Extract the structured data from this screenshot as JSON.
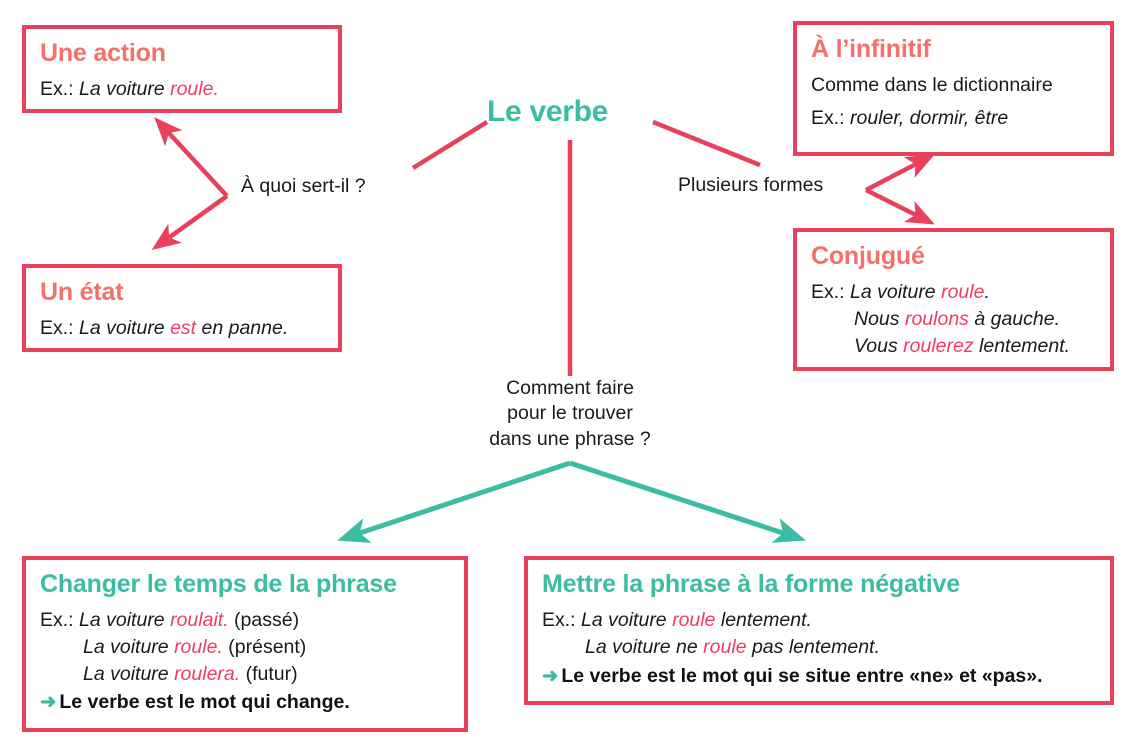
{
  "colors": {
    "border_pink": "#e8415d",
    "title_pink": "#f4706c",
    "teal": "#3bbda3",
    "highlight_pink": "#ee3e63",
    "text_black": "#1a1a1a",
    "background": "#ffffff"
  },
  "center": {
    "title": "Le verbe"
  },
  "connectors": {
    "left_label": "À quoi sert-il ?",
    "right_label": "Plusieurs formes",
    "bottom_label_line1": "Comment faire",
    "bottom_label_line2": "pour le trouver",
    "bottom_label_line3": "dans une phrase ?"
  },
  "boxes": {
    "une_action": {
      "title": "Une action",
      "lines": [
        {
          "label": "Ex.: ",
          "parts": [
            {
              "text": "La voiture ",
              "style": "italic"
            },
            {
              "text": "roule",
              "style": "highlight"
            },
            {
              "text": ".",
              "style": "highlight"
            }
          ]
        }
      ]
    },
    "un_etat": {
      "title": "Un état",
      "lines": [
        {
          "label": "Ex.: ",
          "parts": [
            {
              "text": "La voiture ",
              "style": "italic"
            },
            {
              "text": "est",
              "style": "highlight"
            },
            {
              "text": " en panne.",
              "style": "italic"
            }
          ]
        }
      ]
    },
    "a_l_infinitif": {
      "title": "À l’infinitif",
      "subtitle": "Comme dans le dictionnaire",
      "lines": [
        {
          "label": "Ex.: ",
          "parts": [
            {
              "text": "rouler, dormir, être",
              "style": "italic"
            }
          ]
        }
      ]
    },
    "conjugue": {
      "title": "Conjugué",
      "lines": [
        {
          "label": "Ex.: ",
          "parts": [
            {
              "text": "La voiture ",
              "style": "italic"
            },
            {
              "text": "roule",
              "style": "highlight"
            },
            {
              "text": ".",
              "style": "italic"
            }
          ]
        },
        {
          "label": "",
          "indent": true,
          "parts": [
            {
              "text": "Nous ",
              "style": "italic"
            },
            {
              "text": "roulons",
              "style": "highlight"
            },
            {
              "text": " à gauche.",
              "style": "italic"
            }
          ]
        },
        {
          "label": "",
          "indent": true,
          "parts": [
            {
              "text": "Vous ",
              "style": "italic"
            },
            {
              "text": "roulerez",
              "style": "highlight"
            },
            {
              "text": " lentement.",
              "style": "italic"
            }
          ]
        }
      ]
    },
    "changer_le_temps": {
      "title": "Changer le temps de la phrase",
      "lines": [
        {
          "label": "Ex.: ",
          "parts": [
            {
              "text": "La voiture ",
              "style": "italic"
            },
            {
              "text": "roulait",
              "style": "highlight"
            },
            {
              "text": ".",
              "style": "highlight"
            },
            {
              "text": " (passé)",
              "style": "plain"
            }
          ]
        },
        {
          "label": "",
          "indent": true,
          "parts": [
            {
              "text": "La voiture ",
              "style": "italic"
            },
            {
              "text": "roule",
              "style": "highlight"
            },
            {
              "text": ".",
              "style": "highlight"
            },
            {
              "text": " (présent)",
              "style": "plain"
            }
          ]
        },
        {
          "label": "",
          "indent": true,
          "parts": [
            {
              "text": "La voiture ",
              "style": "italic"
            },
            {
              "text": "roulera",
              "style": "highlight"
            },
            {
              "text": ".",
              "style": "highlight"
            },
            {
              "text": " (futur)",
              "style": "plain"
            }
          ]
        }
      ],
      "arrow": "➜",
      "conclusion": "Le verbe est le mot qui change."
    },
    "forme_negative": {
      "title": "Mettre la phrase à la forme négative",
      "lines": [
        {
          "label": "Ex.: ",
          "parts": [
            {
              "text": "La voiture ",
              "style": "italic"
            },
            {
              "text": "roule",
              "style": "highlight"
            },
            {
              "text": " lentement.",
              "style": "italic"
            }
          ]
        },
        {
          "label": "",
          "indent": true,
          "parts": [
            {
              "text": "La voiture ne ",
              "style": "italic"
            },
            {
              "text": "roule",
              "style": "highlight"
            },
            {
              "text": " pas lentement.",
              "style": "italic"
            }
          ]
        }
      ],
      "arrow": "➜",
      "conclusion": "Le verbe est le mot qui se situe entre «ne» et «pas»."
    }
  }
}
